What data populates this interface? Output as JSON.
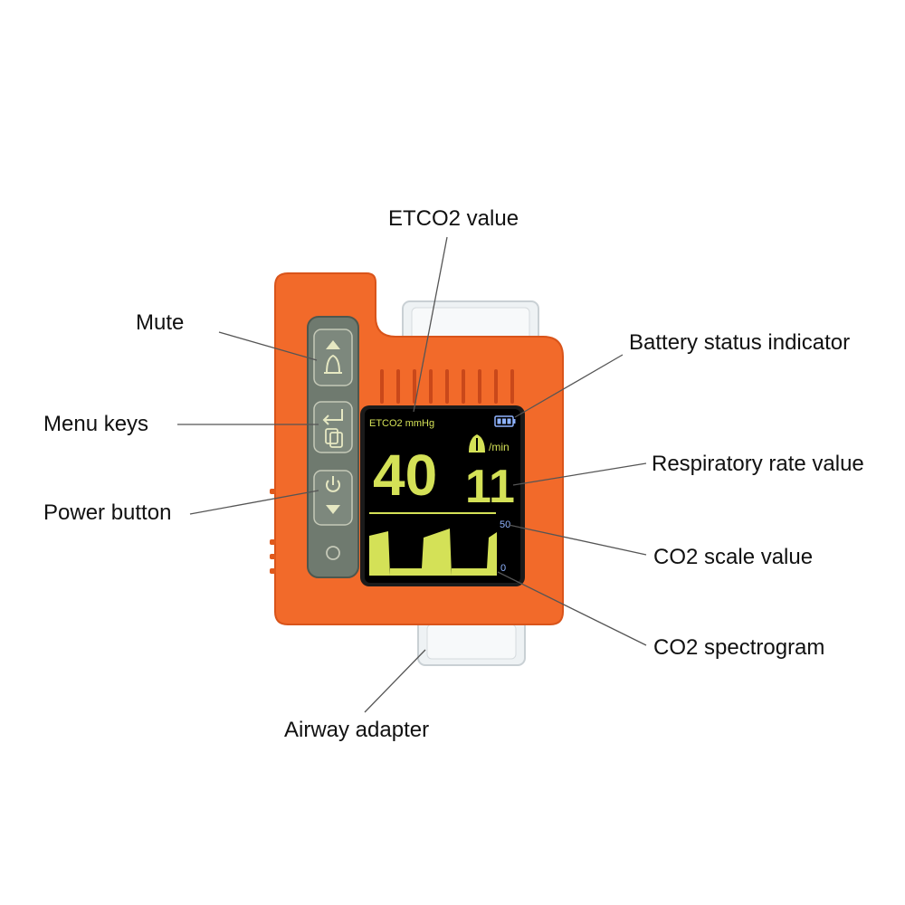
{
  "callouts": {
    "etco2_value": "ETCO2 value",
    "mute": "Mute",
    "battery_status": "Battery status indicator",
    "menu_keys": "Menu keys",
    "respiratory_rate_value": "Respiratory rate value",
    "power_button": "Power button",
    "co2_scale_value": "CO2 scale value",
    "co2_spectrogram": "CO2 spectrogram",
    "airway_adapter": "Airway adapter"
  },
  "screen": {
    "header": "ETCO2 mmHg",
    "etco2": "40",
    "rr_unit": "/min",
    "rr": "11",
    "scale_max": "50",
    "scale_min": "0"
  },
  "colors": {
    "body": "#f26a2a",
    "screen_bg": "#000000",
    "readout": "#d4e157",
    "scale_text": "#8fb3ff",
    "keypad": "#6f7a6f"
  }
}
